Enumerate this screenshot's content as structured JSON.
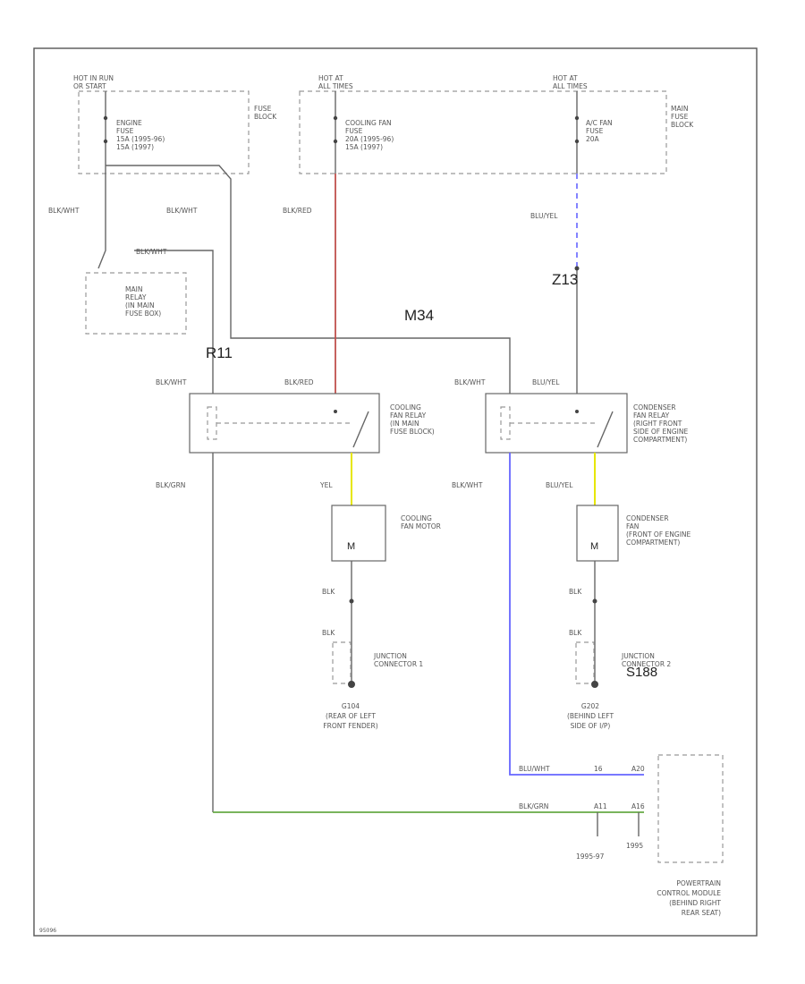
{
  "labels": {
    "hot_run_start": [
      "HOT IN RUN",
      "OR START"
    ],
    "hot_at_all_times_1": [
      "HOT AT",
      "ALL TIMES"
    ],
    "hot_at_all_times_2": [
      "HOT AT",
      "ALL TIMES"
    ],
    "fuse_block": [
      "FUSE",
      "BLOCK"
    ],
    "main_fuse_block": [
      "MAIN",
      "FUSE",
      "BLOCK"
    ],
    "engine_fuse": [
      "ENGINE",
      "FUSE",
      "15A  (1995-96)",
      "15A  (1997)"
    ],
    "cooling_fan_fuse": [
      "COOLING FAN",
      "FUSE",
      "20A  (1995-96)",
      "15A  (1997)"
    ],
    "ac_fan_fuse": [
      "A/C FAN",
      "FUSE",
      "20A"
    ],
    "wire_blk_wht_1": "BLK/WHT",
    "wire_blk_wht_2": "BLK/WHT",
    "wire_blk_red_top": "BLK/RED",
    "wire_blu_yel_top": "BLU/YEL",
    "wire_blk_wht_relay": "BLK/WHT",
    "main_relay": [
      "MAIN",
      "RELAY",
      "(IN MAIN",
      "FUSE BOX)"
    ],
    "z13": "Z13",
    "m34": "M34",
    "r11": "R11",
    "relay_left_in1": "BLK/WHT",
    "relay_left_in2": "BLK/RED",
    "relay_right_in1": "BLK/WHT",
    "relay_right_in2": "BLU/YEL",
    "cooling_fan_relay": [
      "COOLING",
      "FAN RELAY",
      "(IN MAIN",
      "FUSE BLOCK)"
    ],
    "condenser_fan_relay": [
      "CONDENSER",
      "FAN RELAY",
      "(RIGHT FRONT",
      "SIDE OF ENGINE",
      "COMPARTMENT)"
    ],
    "blk_grn_left": "BLK/GRN",
    "yel": "YEL",
    "blk_wht_mid": "BLK/WHT",
    "blu_yel_mid": "BLU/YEL",
    "cooling_fan_motor": [
      "COOLING",
      "FAN MOTOR"
    ],
    "condenser_fan": [
      "CONDENSER",
      "FAN",
      "(FRONT OF ENGINE",
      "COMPARTMENT)"
    ],
    "blk_1": "BLK",
    "blk_2": "BLK",
    "blk_3": "BLK",
    "blk_4": "BLK",
    "junction_connector": [
      "JUNCTION",
      "CONNECTOR 1"
    ],
    "junction_connector_2": [
      "JUNCTION",
      "CONNECTOR 2"
    ],
    "s188": "S188",
    "ground_left": [
      "G104",
      "(REAR OF LEFT",
      "FRONT FENDER)"
    ],
    "ground_right": [
      "G202",
      "(BEHIND LEFT",
      "SIDE OF I/P)"
    ],
    "pcm_wire1": "BLU/WHT",
    "pcm_wire2": "BLK/GRN",
    "pin_a": "16",
    "pin_b": "A20",
    "pin_c": "A11",
    "pin_d": "A16",
    "year_left": "1995-97",
    "year_right": "1995",
    "pcm": [
      "POWERTRAIN",
      "CONTROL MODULE",
      "(BEHIND RIGHT",
      "REAR SEAT)"
    ],
    "corner_code": "95096"
  },
  "colors": {
    "red_wire": "#c0504d",
    "blue_wire": "#6666ff",
    "yellow_wire": "#e6e600",
    "green_wire": "#66aa44"
  }
}
